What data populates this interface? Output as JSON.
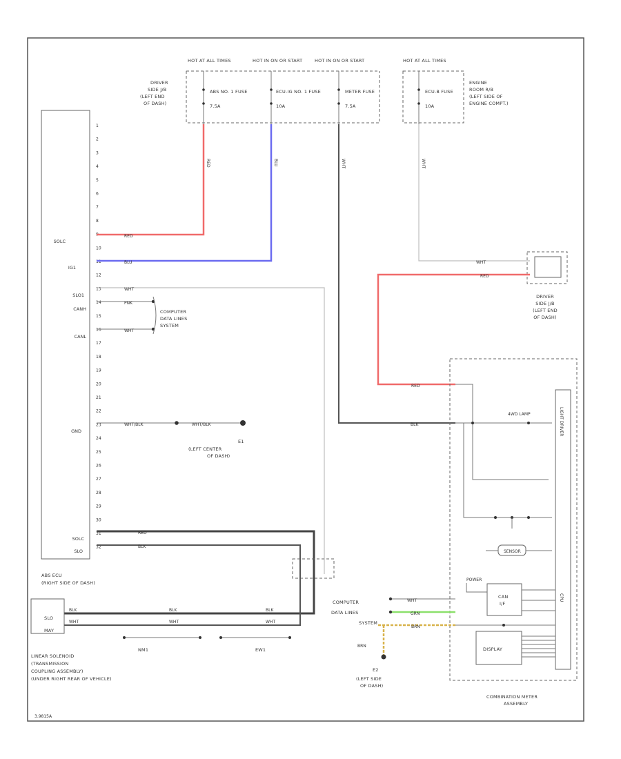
{
  "fuses": [
    {
      "hot": "HOT AT ALL TIMES",
      "name": "ABS NO. 1 FUSE",
      "amp": "7.5A"
    },
    {
      "hot": "HOT IN ON OR START",
      "name": "ECU-IG NO. 1 FUSE",
      "amp": "10A"
    },
    {
      "hot": "HOT IN ON OR START",
      "name": "METER FUSE",
      "amp": "7.5A"
    },
    {
      "hot": "HOT AT ALL TIMES",
      "name": "ECU-B FUSE",
      "amp": "10A"
    }
  ],
  "jb_labels": {
    "driver_side_jb": [
      "DRIVER",
      "SIDE J/B",
      "(LEFT END",
      "OF DASH)"
    ],
    "engine_room_rb": [
      "ENGINE",
      "ROOM R/B",
      "(LEFT SIDE OF",
      "ENGINE COMPT.)"
    ],
    "driver_side_jb_2": [
      "DRIVER",
      "SIDE J/B",
      "(LEFT END",
      "OF DASH)"
    ]
  },
  "wire_colors": {
    "red": "#f06a6a",
    "blue": "#6b6bf0",
    "green": "#8be06b",
    "orange": "#d8b24a",
    "gray": "#bdbdbd",
    "black": "#444444"
  },
  "wire_labels": {
    "red_top": "RED",
    "blu_top": "BLU",
    "wht_top": "WHT",
    "wht_ecub": "WHT",
    "red_ecub": "RED",
    "red_meter": "RED",
    "blk_meter": "BLK"
  },
  "ecu": {
    "name": "ABS ECU",
    "location": "(RIGHT SIDE OF DASH)",
    "pins": [
      "1",
      "2",
      "3",
      "4",
      "5",
      "6",
      "7",
      "8",
      "9",
      "10",
      "11",
      "12",
      "13",
      "14",
      "15",
      "16",
      "17",
      "18",
      "19",
      "20",
      "21",
      "22",
      "23",
      "24",
      "25",
      "26",
      "27",
      "28",
      "29",
      "30",
      "31",
      "32"
    ],
    "signals": {
      "solc": "SOLC",
      "ig1": "IG1",
      "slo1": "SLO1",
      "canh": "CANH",
      "canl": "CANL",
      "gnd": "GND",
      "solc2": "SOLC",
      "slo": "SLO"
    },
    "wire_text": {
      "p9": "RED",
      "p11": "BLU",
      "p13": "WHT",
      "p14": "PNK",
      "p16": "WHT",
      "p23": "WHT/BLK",
      "p30": "RED",
      "p31": "BLK"
    }
  },
  "data_lines_1": [
    "COMPUTER",
    "DATA LINES",
    "SYSTEM"
  ],
  "data_lines_2": [
    "COMPUTER",
    "DATA LINES",
    "SYSTEM"
  ],
  "ground_e1": {
    "id": "E1",
    "loc": [
      "(LEFT CENTER",
      "OF DASH)"
    ],
    "wire": "WHT/BLK"
  },
  "ground_e2": {
    "id": "E2",
    "loc": [
      "(LEFT SIDE",
      "OF DASH)"
    ],
    "wire": "BRN"
  },
  "solenoid": {
    "pins": [
      "SLO",
      "MAY"
    ],
    "wires": [
      "BLK",
      "WHT"
    ],
    "name": [
      "LINEAR SOLENOID",
      "(TRANSMISSION",
      "COUPLING ASSEMBLY)",
      "(UNDER RIGHT REAR OF VEHICLE)"
    ]
  },
  "splices": {
    "nm1": "NM1",
    "ew1": "EW1"
  },
  "meter": {
    "name": [
      "COMBINATION METER",
      "ASSEMBLY"
    ],
    "illum": "4WD LAMP",
    "indicator": "LIGHT DRIVER",
    "can_ic": [
      "CAN",
      "I/F"
    ],
    "display": "DISPLAY",
    "power": "POWER",
    "sensor": "SENSOR",
    "cpu": "CPU",
    "wires": [
      "WHT",
      "GRN",
      "BRN"
    ]
  },
  "footer_code": "3.9815A"
}
